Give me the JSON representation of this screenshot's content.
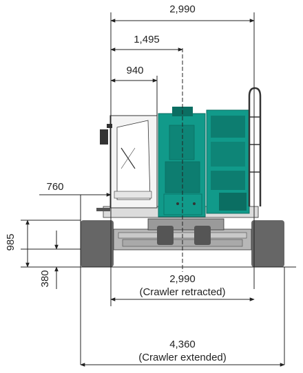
{
  "dimensions": {
    "top_overall": "2,990",
    "top_half": "1,495",
    "top_cab_offset": "940",
    "left_offset": "760",
    "height_upper": "985",
    "height_lower": "380",
    "bottom_retracted_value": "2,990",
    "bottom_retracted_caption": "(Crawler retracted)",
    "bottom_extended_value": "4,360",
    "bottom_extended_caption": "(Crawler extended)"
  },
  "colors": {
    "body_teal": "#119a8a",
    "body_teal_dark": "#0b6e62",
    "track_gray": "#666666",
    "frame_gray": "#b7b7b7",
    "line": "#222222"
  }
}
